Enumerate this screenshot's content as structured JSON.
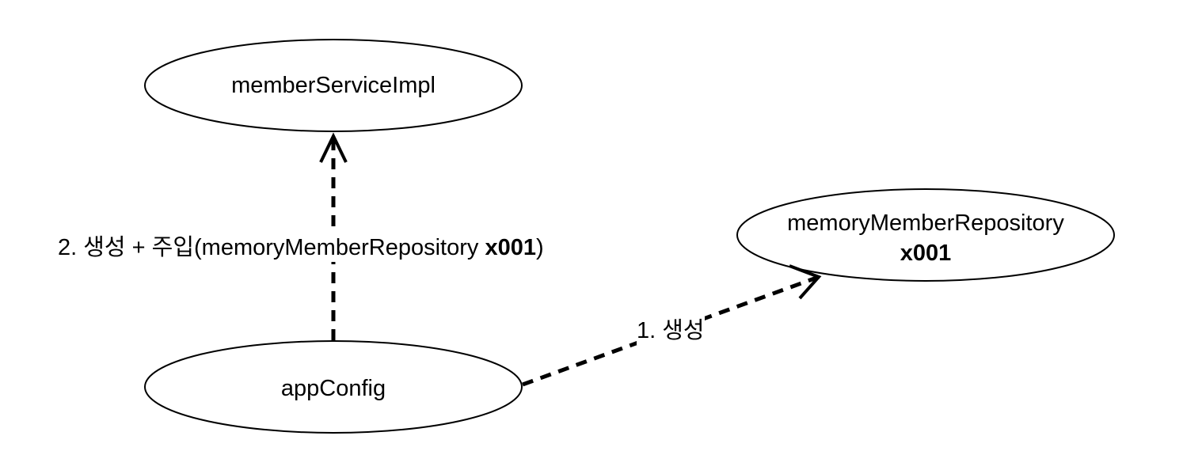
{
  "nodes": {
    "member_service_impl": {
      "label": "memberServiceImpl"
    },
    "app_config": {
      "label": "appConfig"
    },
    "memory_member_repository": {
      "label": "memoryMemberRepository",
      "sub_label": "x001"
    }
  },
  "edges": {
    "create": {
      "label": "1. 생성"
    },
    "create_inject": {
      "label_prefix": "2. 생성 + 주입(memoryMemberRepository ",
      "label_bold": "x001",
      "label_suffix": ")"
    }
  },
  "colors": {
    "stroke": "#000000",
    "fill": "#ffffff",
    "text": "#000000"
  }
}
